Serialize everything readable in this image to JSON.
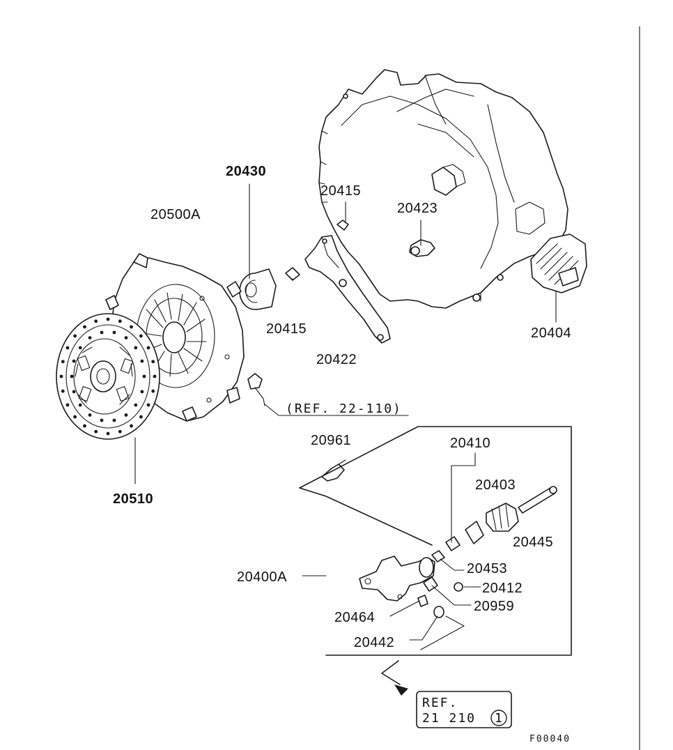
{
  "labels": {
    "p20430": "20430",
    "p20500A": "20500A",
    "p20415_top": "20415",
    "p20423": "20423",
    "p20415_mid": "20415",
    "p20422": "20422",
    "p20404": "20404",
    "p20510": "20510",
    "p20961": "20961",
    "p20410": "20410",
    "p20403": "20403",
    "p20445": "20445",
    "p20453": "20453",
    "p20400A": "20400A",
    "p20412": "20412",
    "p20959": "20959",
    "p20464": "20464",
    "p20442": "20442"
  },
  "references": {
    "ref_22_110": "(REF. 22-110)",
    "ref_box_line1": "REF.",
    "ref_box_line2": "21  210",
    "ref_box_circle": "1"
  },
  "figure_code": "F00040"
}
